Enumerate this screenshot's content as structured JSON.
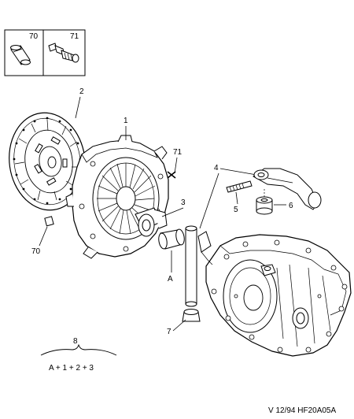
{
  "inset": {
    "left_label": "70",
    "right_label": "71"
  },
  "callouts": {
    "c1": "1",
    "c2": "2",
    "c3": "3",
    "c4": "4",
    "c5": "5",
    "c6": "6",
    "c7": "7",
    "c70": "70",
    "c71": "71",
    "cA": "A"
  },
  "kit": {
    "number": "8",
    "formula": "A + 1 + 2 + 3"
  },
  "footer": {
    "reference": "V 12/94  HF20A05A"
  }
}
